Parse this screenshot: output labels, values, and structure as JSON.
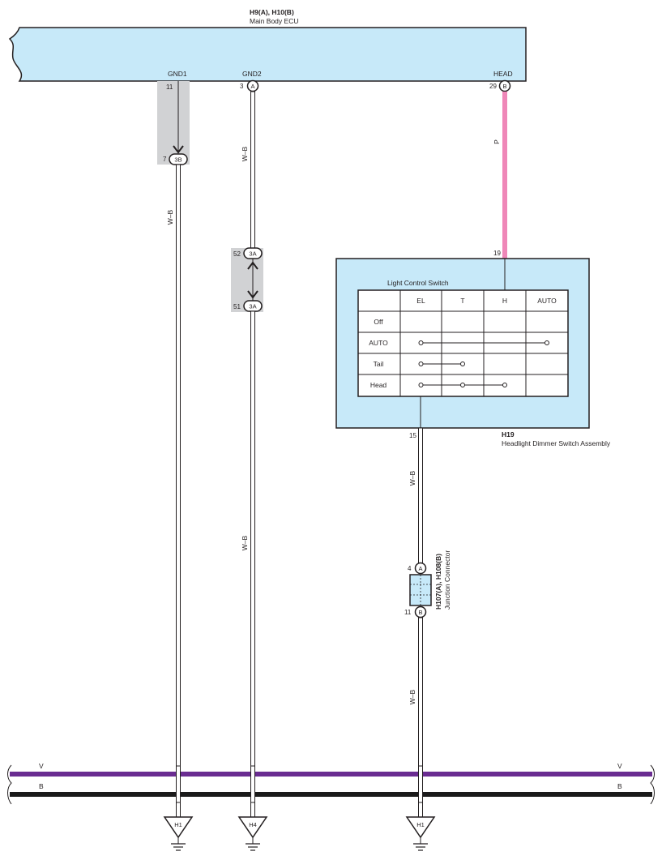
{
  "ecu": {
    "connector_id": "H9(A), H10(B)",
    "name": "Main Body ECU",
    "terminals": [
      {
        "name": "GND1",
        "pin": "11",
        "connector": ""
      },
      {
        "name": "GND2",
        "pin": "3",
        "connector": "A"
      },
      {
        "name": "HEAD",
        "pin": "29",
        "connector": "B"
      }
    ]
  },
  "junctions": [
    {
      "pin": "7",
      "label": "3B"
    },
    {
      "pin": "52",
      "label": "3A"
    },
    {
      "pin": "51",
      "label": "3A"
    }
  ],
  "wires": {
    "gnd1": "W–B",
    "gnd2_upper": "W–B",
    "gnd2_lower": "W–B",
    "head": "P",
    "switch_upper": "W–B",
    "switch_lower": "W–B"
  },
  "switch_assembly": {
    "id": "H19",
    "name": "Headlight Dimmer Switch Assembly",
    "pin_in": "19",
    "pin_out": "15",
    "table": {
      "title": "Light Control Switch",
      "columns": [
        "EL",
        "T",
        "H",
        "AUTO"
      ],
      "rows": [
        {
          "label": "Off",
          "connects": []
        },
        {
          "label": "AUTO",
          "connects": [
            "EL",
            "AUTO"
          ]
        },
        {
          "label": "Tail",
          "connects": [
            "EL",
            "T"
          ]
        },
        {
          "label": "Head",
          "connects": [
            "EL",
            "T",
            "H"
          ]
        }
      ]
    }
  },
  "junction_connector": {
    "id": "H107(A), H108(B)",
    "name": "Junction Connector",
    "pin_top": "4",
    "label_top": "A",
    "pin_bottom": "11",
    "label_bottom": "B"
  },
  "buses": [
    {
      "label": "V",
      "color": "#6a2c91"
    },
    {
      "label": "B",
      "color": "#1a1a1a"
    }
  ],
  "grounds": [
    "H1",
    "H4",
    "H1"
  ],
  "colors": {
    "component_fill": "#c7e9f9",
    "splice_shade": "#d1d2d4",
    "wire_pink": "#ef87b8",
    "ink": "#231f20"
  }
}
